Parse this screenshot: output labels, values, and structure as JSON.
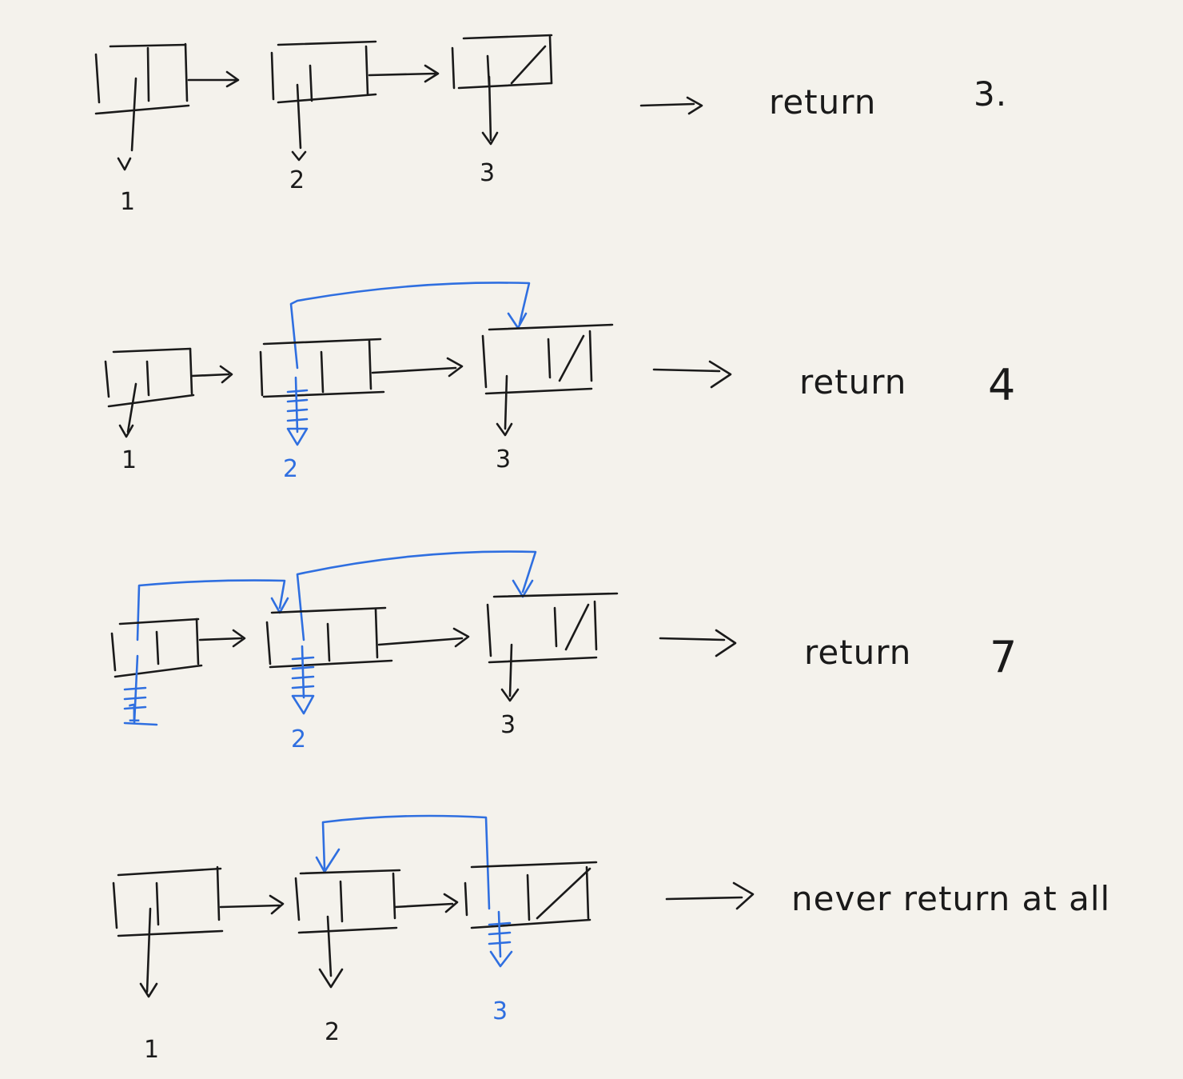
{
  "row1": {
    "values": [
      "1",
      "2",
      "3"
    ],
    "result_prefix": "return",
    "result_value": "3."
  },
  "row2": {
    "values": [
      "1",
      "2",
      "3"
    ],
    "result_prefix": "return",
    "result_value": "4"
  },
  "row3": {
    "values": [
      "1",
      "2",
      "3"
    ],
    "result_prefix": "return",
    "result_value": "7"
  },
  "row4": {
    "values": [
      "1",
      "2",
      "3"
    ],
    "result_text": "never return at all"
  },
  "colors": {
    "ink": "#1a1a1a",
    "pointer_blue": "#2f6fe0",
    "paper": "#f4f2ec"
  }
}
